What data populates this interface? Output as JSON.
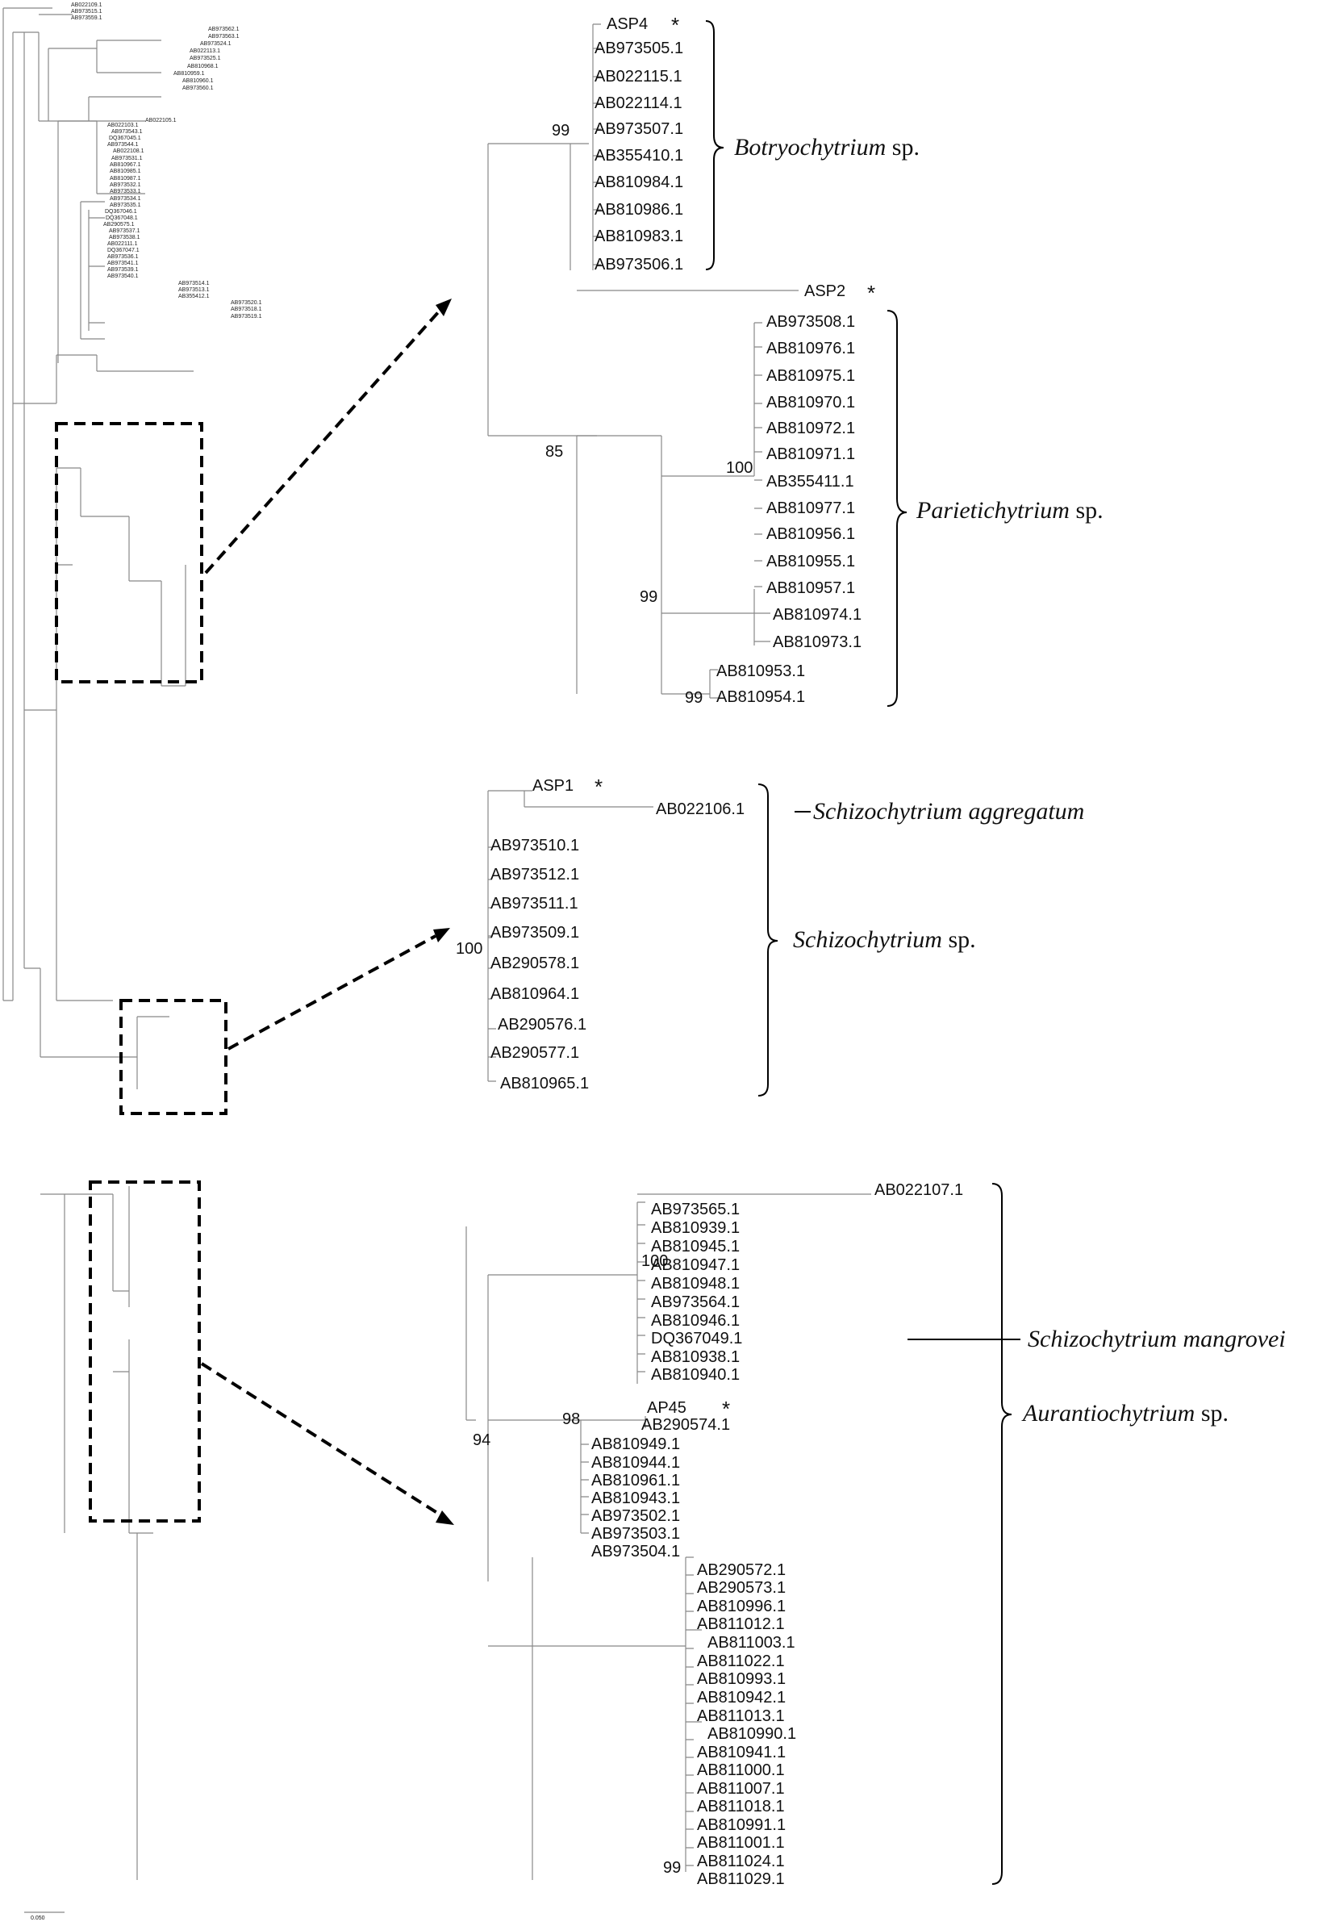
{
  "overview": {
    "scale_label": "0.050",
    "leaves": [
      "AB022109.1",
      "AB973515.1",
      "AB973559.1",
      "AB973562.1",
      "AB973563.1",
      "AB973524.1",
      "AB022113.1",
      "AB973525.1",
      "AB810968.1",
      "AB810959.1",
      "AB810960.1",
      "AB973560.1",
      "AB022105.1",
      "AB022103.1",
      "AB973543.1",
      "DQ367045.1",
      "AB973544.1",
      "AB022108.1",
      "AB973531.1",
      "AB810967.1",
      "AB810985.1",
      "AB810987.1",
      "AB973532.1",
      "AB973533.1",
      "AB973534.1",
      "AB973535.1",
      "DQ367046.1",
      "DQ367048.1",
      "AB290575.1",
      "AB973537.1",
      "AB973538.1",
      "AB022111.1",
      "DQ367047.1",
      "AB973536.1",
      "AB973541.1",
      "AB973539.1",
      "AB973540.1",
      "AB973514.1",
      "AB973513.1",
      "AB355412.1",
      "AB973520.1",
      "AB973518.1",
      "AB973519.1"
    ]
  },
  "panels": {
    "p1": {
      "leaves": [
        "ASP4",
        "AB973505.1",
        "AB022115.1",
        "AB022114.1",
        "AB973507.1",
        "AB355410.1",
        "AB810984.1",
        "AB810986.1",
        "AB810983.1",
        "AB973506.1"
      ],
      "support": [
        "99",
        "85"
      ],
      "label_italic": "Botryochytrium",
      "label_plain": " sp.",
      "marker": "*"
    },
    "p2": {
      "leaves": [
        "ASP2",
        "AB973508.1",
        "AB810976.1",
        "AB810975.1",
        "AB810970.1",
        "AB810972.1",
        "AB810971.1",
        "AB355411.1",
        "AB810977.1",
        "AB810956.1",
        "AB810955.1",
        "AB810957.1",
        "AB810974.1",
        "AB810973.1",
        "AB810953.1",
        "AB810954.1"
      ],
      "support": [
        "100",
        "99",
        "99"
      ],
      "label_italic": "Parietichytrium",
      "label_plain": " sp.",
      "marker": "*"
    },
    "p3": {
      "leaves": [
        "ASP1",
        "AB022106.1",
        "AB973510.1",
        "AB973512.1",
        "AB973511.1",
        "AB973509.1",
        "AB290578.1",
        "AB810964.1",
        "AB290576.1",
        "AB290577.1",
        "AB810965.1"
      ],
      "support": [
        "100"
      ],
      "label_species": "Schizochytrium aggregatum",
      "label_italic": "Schizochytrium",
      "label_plain": " sp.",
      "marker": "*"
    },
    "p4": {
      "leaves": [
        "AB022107.1",
        "AB973565.1",
        "AB810939.1",
        "AB810945.1",
        "AB810947.1",
        "AB810948.1",
        "AB973564.1",
        "AB810946.1",
        "DQ367049.1",
        "AB810938.1",
        "AB810940.1",
        "AP45",
        "AB290574.1",
        "AB810949.1",
        "AB810944.1",
        "AB810961.1",
        "AB810943.1",
        "AB973502.1",
        "AB973503.1",
        "AB973504.1",
        "AB290572.1",
        "AB290573.1",
        "AB810996.1",
        "AB811012.1",
        "AB811003.1",
        "AB811022.1",
        "AB810993.1",
        "AB810942.1",
        "AB811013.1",
        "AB810990.1",
        "AB810941.1",
        "AB811000.1",
        "AB811007.1",
        "AB811018.1",
        "AB810991.1",
        "AB811001.1",
        "AB811024.1",
        "AB811029.1"
      ],
      "support": [
        "100",
        "98",
        "94",
        "99"
      ],
      "label_species": "Schizochytrium mangrovei",
      "label_italic": "Aurantiochytrium",
      "label_plain": " sp.",
      "marker": "*"
    }
  }
}
